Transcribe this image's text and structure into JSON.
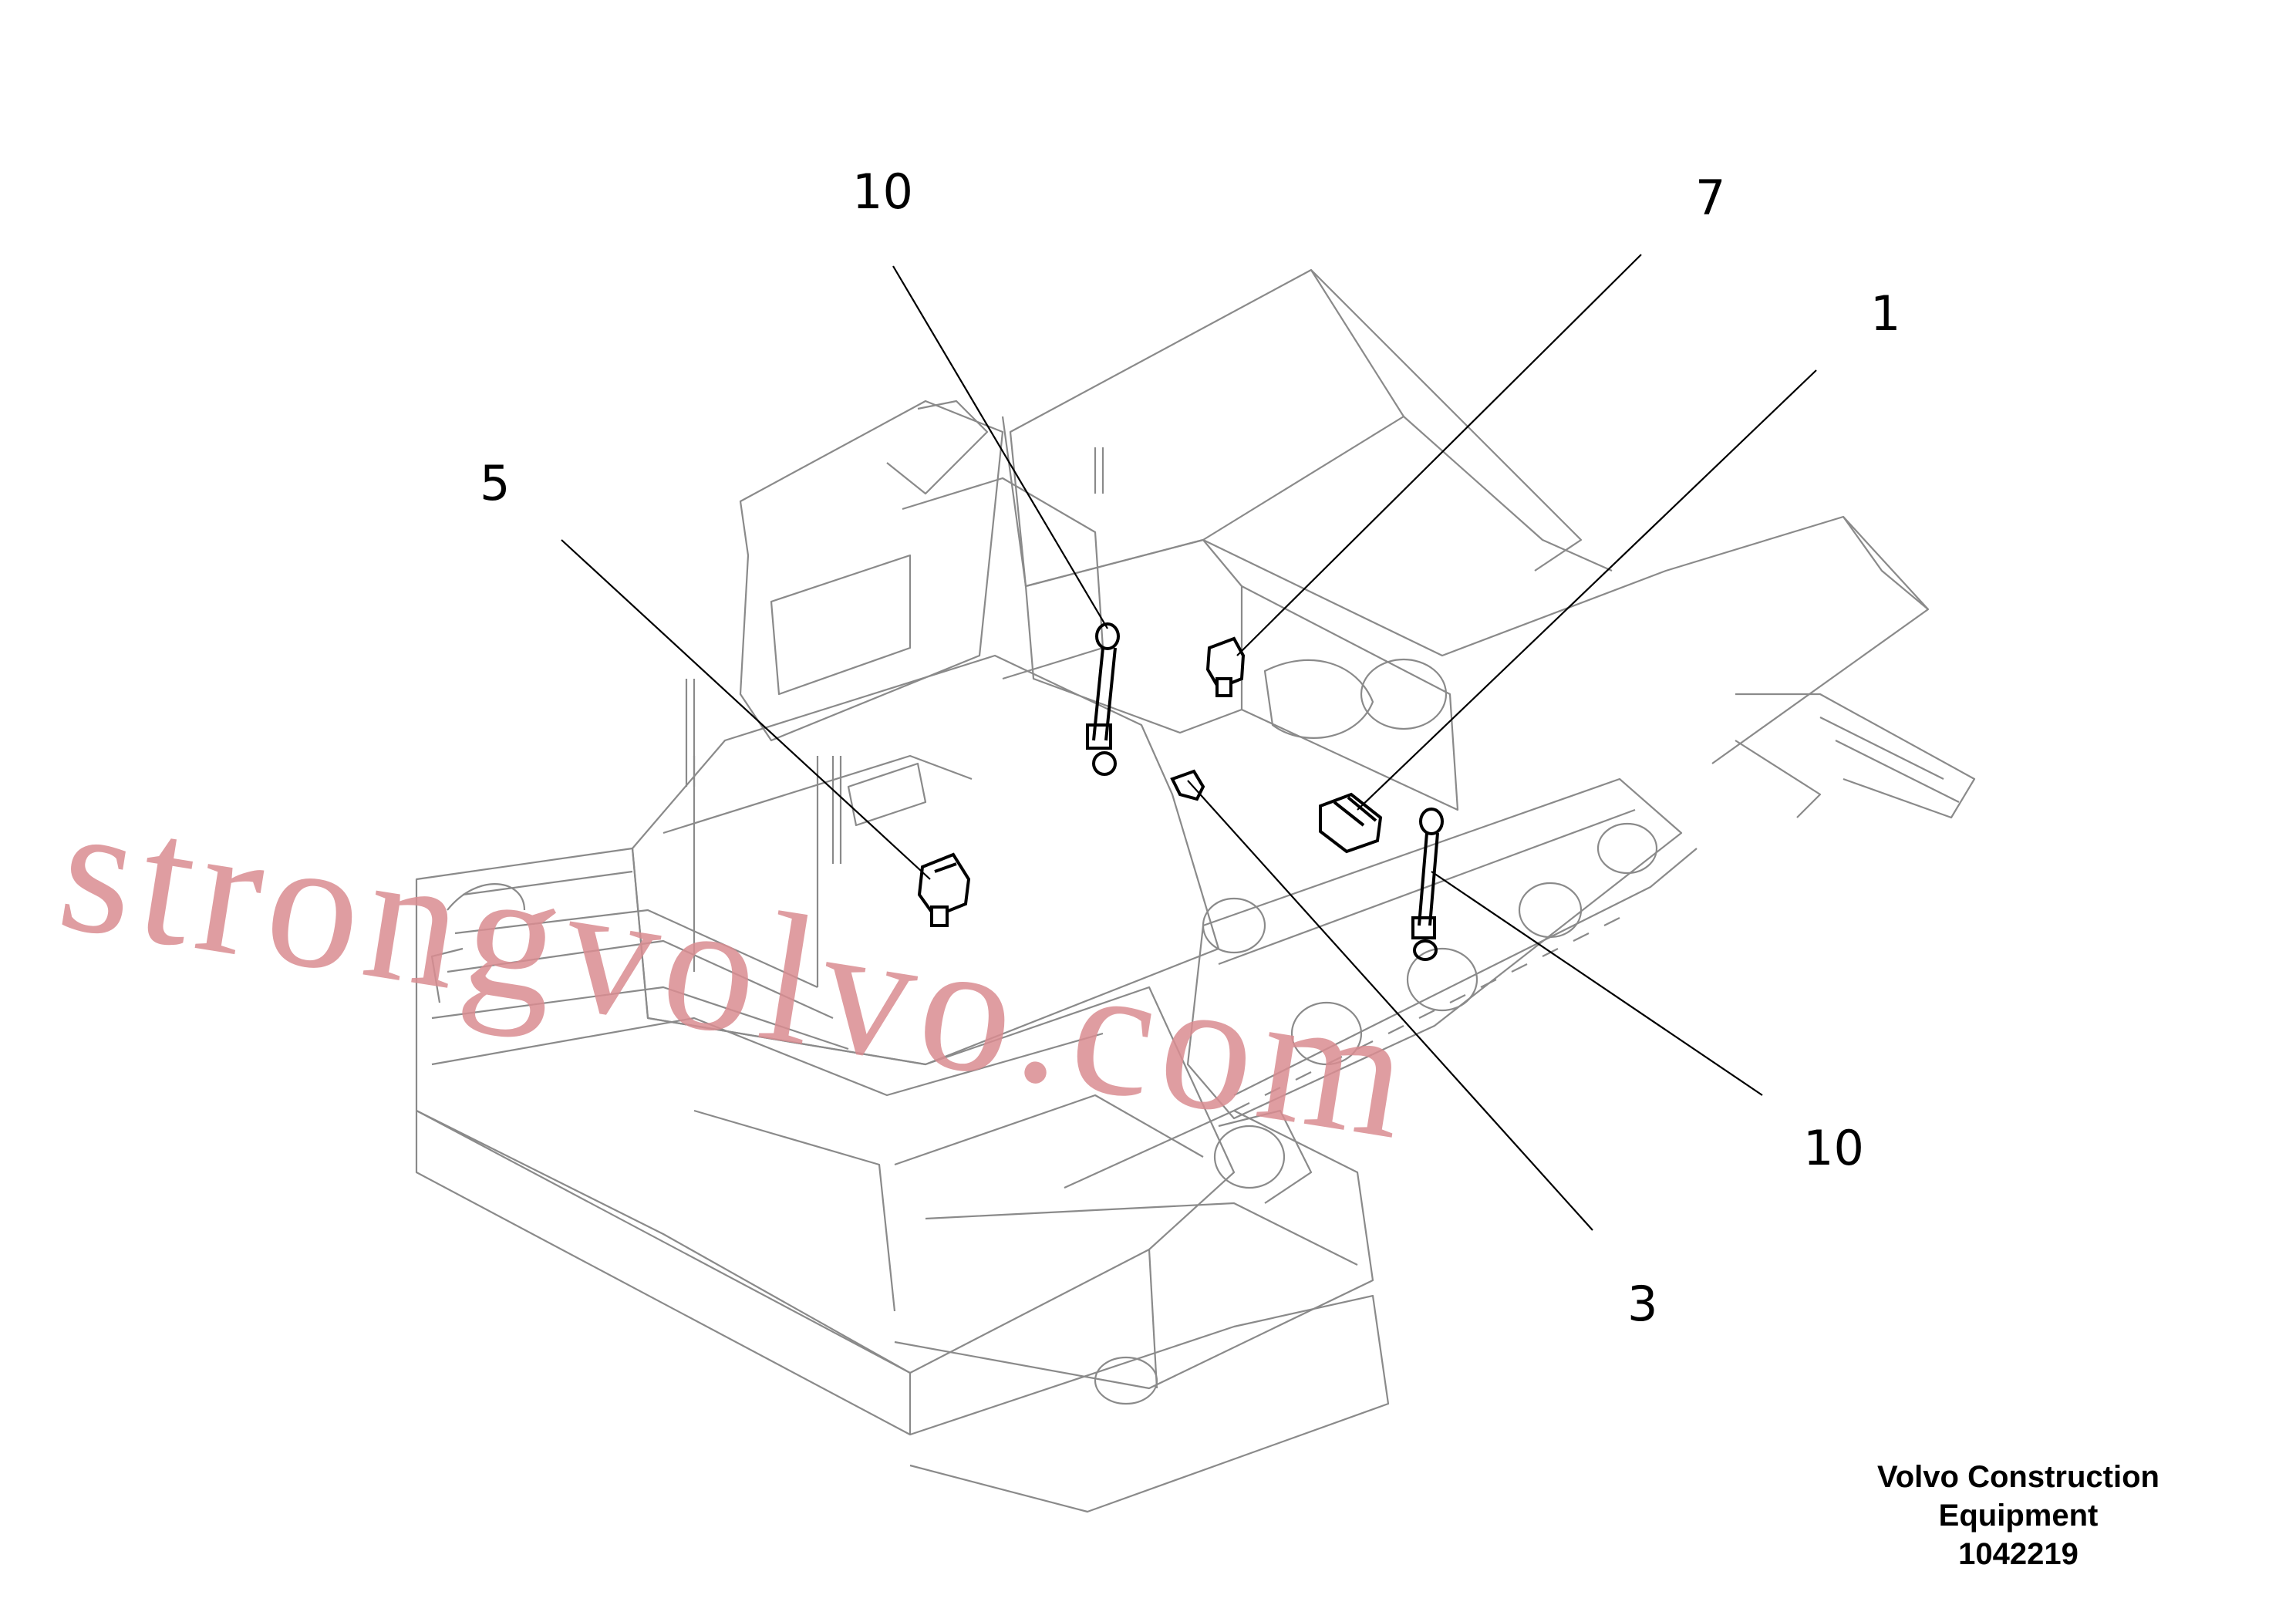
{
  "callouts": [
    "10",
    "7",
    "1",
    "5",
    "3",
    "10"
  ],
  "watermark": "strongvolvo.com",
  "footer": {
    "company_line1": "Volvo Construction",
    "company_line2": "Equipment",
    "part_number": "1042219"
  }
}
